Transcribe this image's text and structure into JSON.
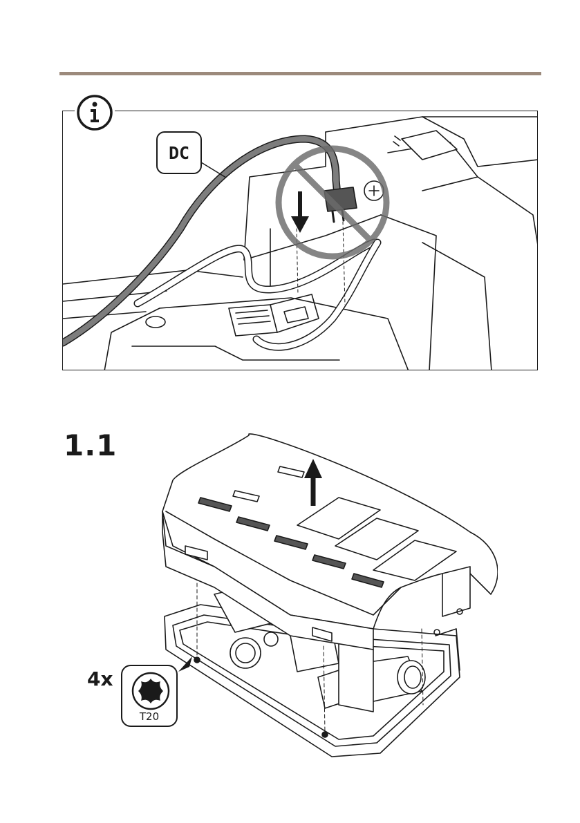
{
  "header": {
    "rule_color": "#9c8a7c"
  },
  "info_box": {
    "icon": "info-icon",
    "cable_label": "DC",
    "prohibition_icon": "prohibited-icon",
    "arrow_icon": "arrow-down-icon"
  },
  "step": {
    "number": "1.1",
    "arrow_icon": "arrow-up-icon",
    "screw_quantity": "4x",
    "tool_icon": "torx-bit-icon",
    "tool_label": "T20"
  }
}
